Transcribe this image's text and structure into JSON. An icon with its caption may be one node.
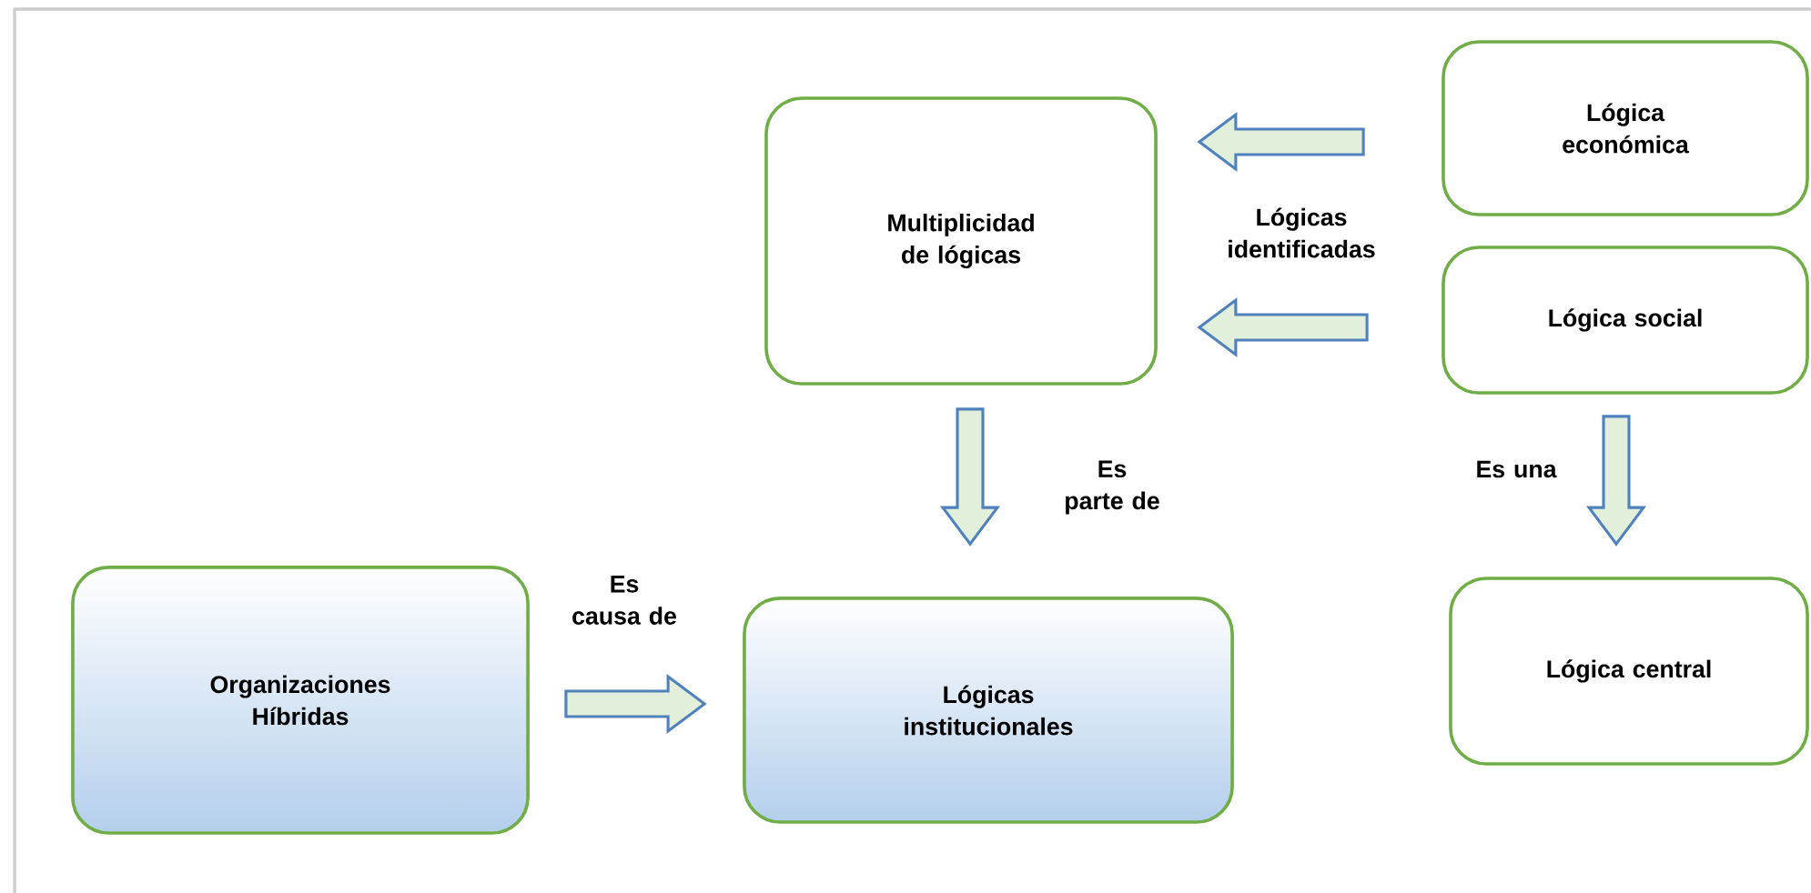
{
  "diagram": {
    "nodes": [
      {
        "text": [
          "Multiplicidad de lógicas"
        ]
      },
      {
        "text": [
          "Lógica económica"
        ]
      },
      {
        "text": [
          "Lógica social"
        ]
      },
      {
        "text": [
          "Organizaciones Híbridas"
        ]
      },
      {
        "text": [
          "Lógicas institucionales"
        ]
      },
      {
        "text": [
          "Lógica central"
        ]
      }
    ],
    "edges": [
      {
        "from": 1,
        "to": 0,
        "arrow": "to",
        "label": "Lógicas identificadas"
      },
      {
        "from": 2,
        "to": 0,
        "arrow": "to"
      },
      {
        "from": 0,
        "to": 4,
        "arrow": "to",
        "label": "Es parte de"
      },
      {
        "from": 3,
        "to": 4,
        "arrow": "to",
        "label": "Es causa de"
      },
      {
        "from": 2,
        "to": 5,
        "arrow": "to",
        "label": "Es una"
      }
    ]
  }
}
